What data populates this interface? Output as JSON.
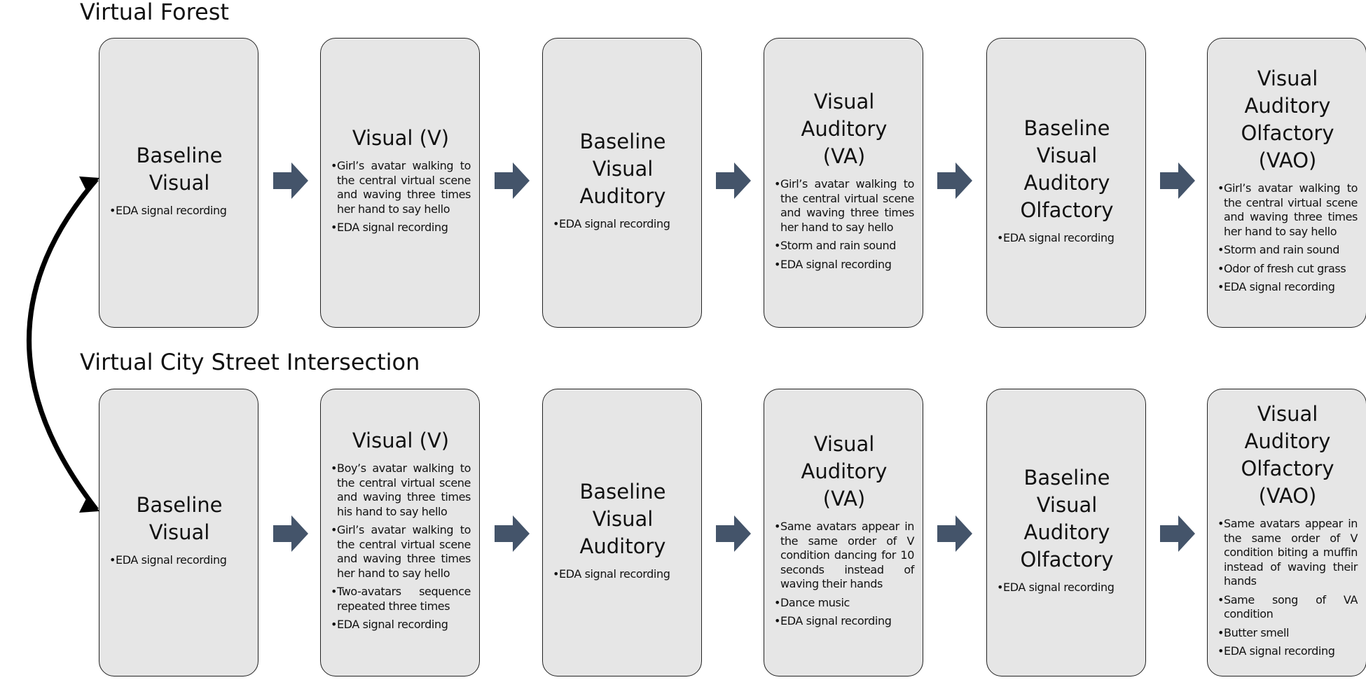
{
  "rows": [
    {
      "title": "Virtual Forest",
      "boxes": [
        {
          "title": [
            "Baseline",
            "Visual"
          ],
          "bullets": [
            "EDA signal recording"
          ]
        },
        {
          "title": [
            "Visual (V)"
          ],
          "bullets": [
            "Girl’s avatar walking to the central virtual scene and waving three times her hand to say hello",
            "EDA signal recording"
          ]
        },
        {
          "title": [
            "Baseline",
            "Visual",
            "Auditory"
          ],
          "bullets": [
            "EDA signal recording"
          ]
        },
        {
          "title": [
            "Visual",
            "Auditory",
            "(VA)"
          ],
          "bullets": [
            "Girl’s avatar walking to the central virtual scene and waving three times her hand to say hello",
            "Storm and rain sound",
            "EDA signal recording"
          ]
        },
        {
          "title": [
            "Baseline",
            "Visual",
            "Auditory",
            "Olfactory"
          ],
          "bullets": [
            "EDA signal recording"
          ]
        },
        {
          "title": [
            "Visual",
            "Auditory",
            "Olfactory",
            "(VAO)"
          ],
          "bullets": [
            "Girl’s avatar walking to the central virtual scene and waving three times her hand to say hello",
            "Storm and rain sound",
            "Odor of fresh cut grass",
            "EDA signal recording"
          ]
        }
      ]
    },
    {
      "title": "Virtual City Street Intersection",
      "boxes": [
        {
          "title": [
            "Baseline",
            "Visual"
          ],
          "bullets": [
            "EDA signal recording"
          ]
        },
        {
          "title": [
            "Visual (V)"
          ],
          "bullets": [
            "Boy’s avatar walking to the central virtual scene and waving three times his hand to say hello",
            "Girl’s avatar walking to the central virtual scene and waving three times her hand to say hello",
            "Two-avatars sequence repeated three times",
            "EDA signal recording"
          ]
        },
        {
          "title": [
            "Baseline",
            "Visual",
            "Auditory"
          ],
          "bullets": [
            "EDA signal recording"
          ]
        },
        {
          "title": [
            "Visual",
            "Auditory",
            "(VA)"
          ],
          "bullets": [
            "Same avatars appear in the same order of V condition dancing for 10 seconds instead of waving their hands",
            "Dance music",
            "EDA signal recording"
          ]
        },
        {
          "title": [
            "Baseline",
            "Visual",
            "Auditory",
            "Olfactory"
          ],
          "bullets": [
            "EDA signal recording"
          ]
        },
        {
          "title": [
            "Visual",
            "Auditory",
            "Olfactory",
            "(VAO)"
          ],
          "bullets": [
            "Same avatars appear in the same order of V condition biting a muffin instead of waving their hands",
            "Same song of VA condition",
            "Butter smell",
            "EDA signal recording"
          ]
        }
      ]
    }
  ],
  "colors": {
    "box_fill": "#e6e6e6",
    "box_border": "#222222",
    "arrow": "#44546a",
    "loop_arrow": "#000000"
  }
}
